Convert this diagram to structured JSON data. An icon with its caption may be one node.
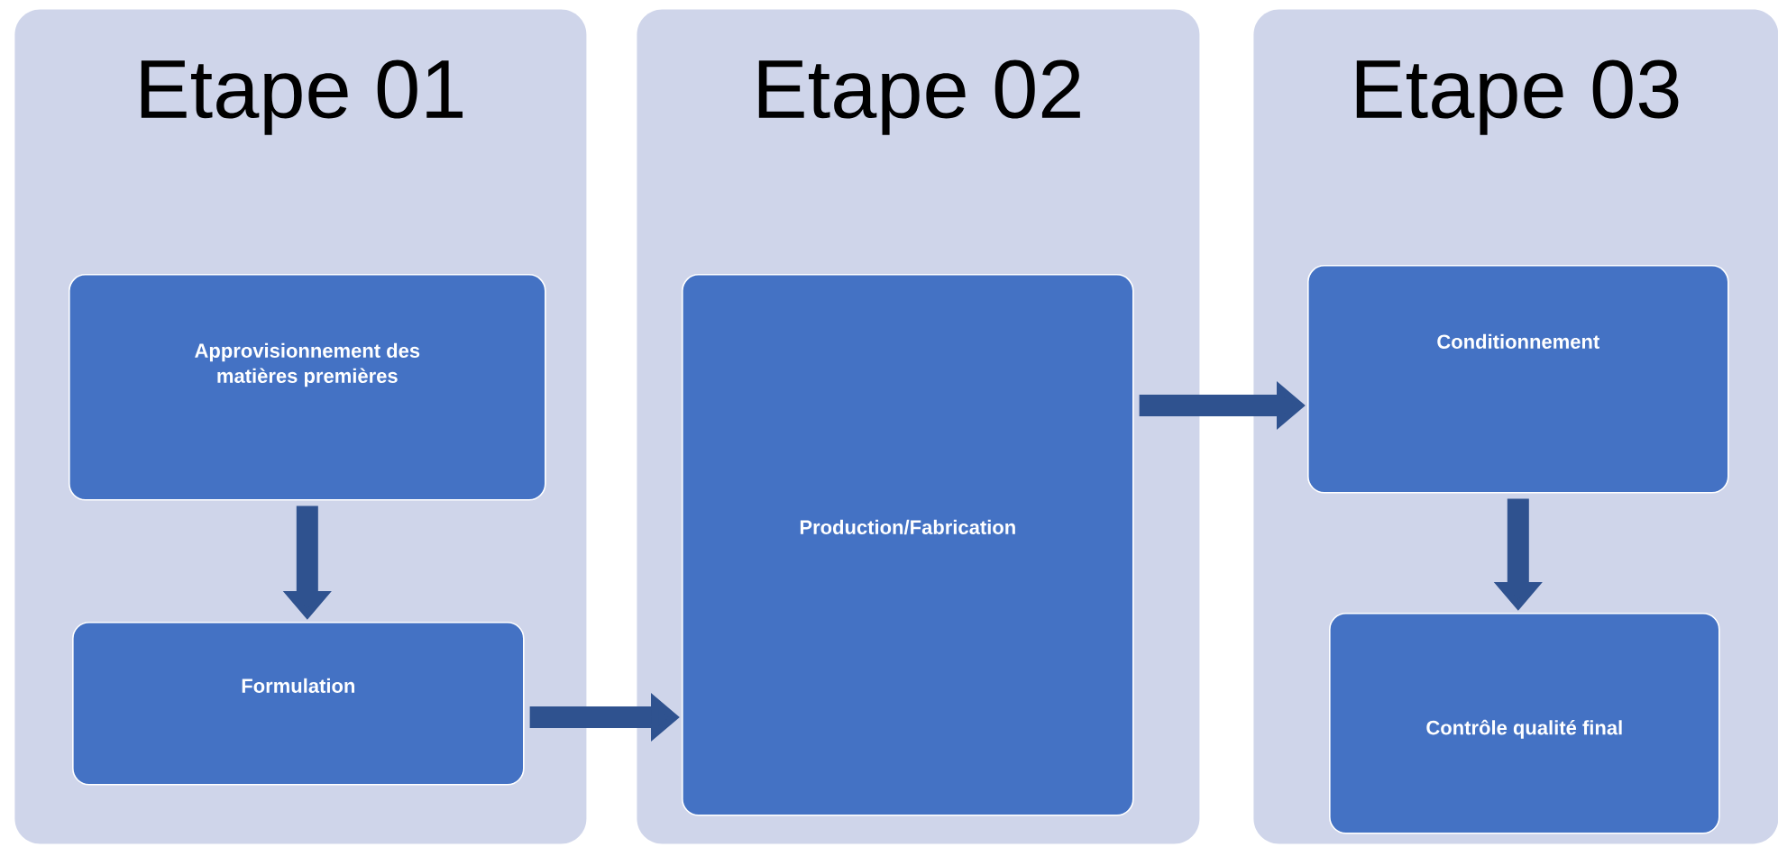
{
  "diagram": {
    "nodes": [
      {
        "text": [
          "Etape 01"
        ]
      },
      {
        "text": [
          "Approvisionnement des matières premières"
        ],
        "in": 0
      },
      {
        "text": [
          "Formulation"
        ],
        "in": 0
      },
      {
        "text": [
          "Etape 02"
        ]
      },
      {
        "text": [
          "Production/Fabrication"
        ],
        "in": 3
      },
      {
        "text": [
          "Etape 03"
        ]
      },
      {
        "text": [
          "Conditionnement"
        ],
        "in": 5
      },
      {
        "text": [
          "Contrôle qualité final"
        ],
        "in": 5
      }
    ],
    "edges": [
      {
        "from": 1,
        "to": 2,
        "arrow": "to"
      },
      {
        "from": 2,
        "to": 4,
        "arrow": "to"
      },
      {
        "from": 4,
        "to": 6,
        "arrow": "to"
      },
      {
        "from": 6,
        "to": 7,
        "arrow": "to"
      }
    ]
  }
}
